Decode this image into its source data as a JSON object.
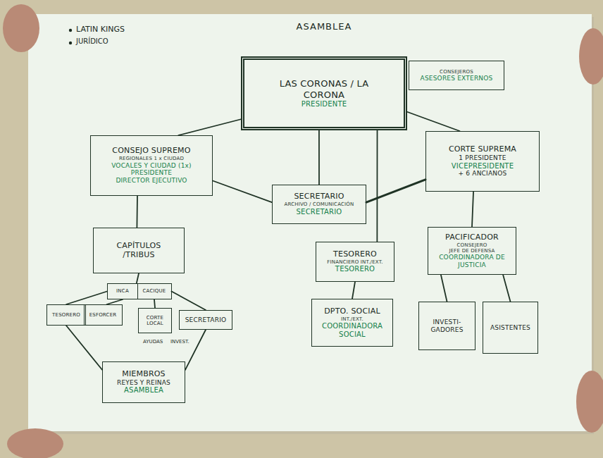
{
  "diagram": {
    "title": "ASAMBLEA",
    "nodes": [
      {
        "text": [
          "LAS CORONAS / LA CORONA",
          "PRESIDENTE"
        ]
      },
      {
        "text": [
          "CONSEJEROS",
          "ASESORES EXTERNOS"
        ]
      },
      {
        "text": [
          "CONSEJO SUPREMO",
          "REGIONALES 1 x CIUDAD",
          "VOCALES Y CIUDAD (1x)",
          "PRESIDENTE",
          "DIRECTOR EJECUTIVO"
        ]
      },
      {
        "text": [
          "SECRETARIO",
          "ARCHIVO / COMUNICACIÓN",
          "SECRETARIO"
        ]
      },
      {
        "text": [
          "CORTE SUPREMA",
          "1 PRESIDENTE",
          "VICEPRESIDENTE",
          "+ 6 ANCIANOS"
        ]
      },
      {
        "text": [
          "CAPÍTULOS /TRIBUS"
        ]
      },
      {
        "text": [
          "INCA"
        ]
      },
      {
        "text": [
          "CACIQUE"
        ]
      },
      {
        "text": [
          "TESORERO"
        ]
      },
      {
        "text": [
          "ESFORCER"
        ]
      },
      {
        "text": [
          "CORTE LOCAL"
        ]
      },
      {
        "text": [
          "SECRETARIO"
        ]
      },
      {
        "text": [
          "MIEMBROS",
          "REYES Y REINAS",
          "ASAMBLEA"
        ]
      },
      {
        "text": [
          "TESORERO",
          "FINANCIERO INT./EXT.",
          "TESORERO"
        ]
      },
      {
        "text": [
          "DPTO. SOCIAL",
          "INT./EXT.",
          "COORDINADORA SOCIAL"
        ]
      },
      {
        "text": [
          "PACIFICADOR",
          "CONSEJERO",
          "JEFE DE DEFENSA",
          "COORDINADORA DE JUSTICIA"
        ]
      },
      {
        "text": [
          "INVESTI- GADORES"
        ]
      },
      {
        "text": [
          "ASISTENTES"
        ]
      }
    ],
    "edges": [
      {
        "from": 0,
        "to": 2,
        "arrow": "none"
      },
      {
        "from": 0,
        "to": 4,
        "arrow": "none"
      },
      {
        "from": 0,
        "to": 3,
        "arrow": "none"
      },
      {
        "from": 0,
        "to": 13,
        "arrow": "none"
      },
      {
        "from": 2,
        "to": 3,
        "arrow": "none"
      },
      {
        "from": 3,
        "to": 4,
        "arrow": "none"
      },
      {
        "from": 2,
        "to": 5,
        "arrow": "none"
      },
      {
        "from": 5,
        "to": 6,
        "arrow": "none"
      },
      {
        "from": 6,
        "to": 8,
        "arrow": "none"
      },
      {
        "from": 7,
        "to": 11,
        "arrow": "none"
      },
      {
        "from": 6,
        "to": 9,
        "arrow": "none"
      },
      {
        "from": 7,
        "to": 10,
        "arrow": "none"
      },
      {
        "from": 8,
        "to": 12,
        "arrow": "none"
      },
      {
        "from": 11,
        "to": 12,
        "arrow": "none"
      },
      {
        "from": 13,
        "to": 14,
        "arrow": "none"
      },
      {
        "from": 4,
        "to": 15,
        "arrow": "none"
      },
      {
        "from": 15,
        "to": 16,
        "arrow": "none"
      },
      {
        "from": 15,
        "to": 17,
        "arrow": "none"
      }
    ],
    "labels": [
      "LATIN KINGS",
      "JURÍDICO",
      "AYUDAS",
      "INVEST."
    ]
  }
}
